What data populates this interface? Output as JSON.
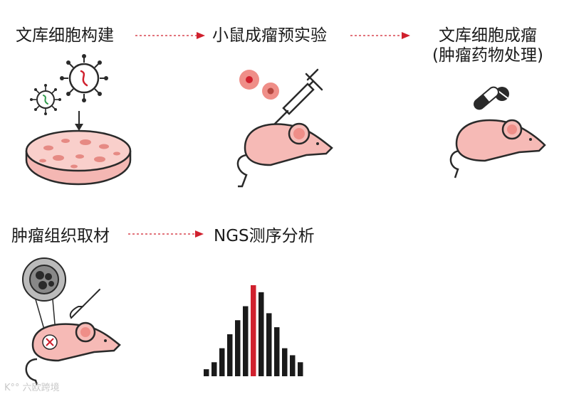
{
  "steps": {
    "s1": "文库细胞构建",
    "s2": "小鼠成瘤预实验",
    "s3_line1": "文库细胞成瘤",
    "s3_line2": "(肿瘤药物处理)",
    "s4": "肿瘤组织取材",
    "s5": "NGS测序分析"
  },
  "histogram": {
    "values": [
      1,
      2,
      4,
      6,
      8,
      10,
      13,
      12,
      9,
      7,
      4,
      3,
      2
    ],
    "highlight_index": 6
  },
  "colors": {
    "accent": "#d0202d",
    "mouse_fill": "#f6bab6",
    "ear_inner": "#ef8e88",
    "outline": "#2a2a2a",
    "dish_fill": "#f4b7b3",
    "arrow": "#d0202d"
  },
  "icons": [
    "virus-icon",
    "petri-dish-icon",
    "cells-icon",
    "syringe-icon",
    "mouse-icon",
    "pill-icon",
    "capsule-icon",
    "scalpel-icon",
    "magnifier-icon",
    "tumor-mark-icon"
  ],
  "watermark": "K°° 六欧跨境"
}
